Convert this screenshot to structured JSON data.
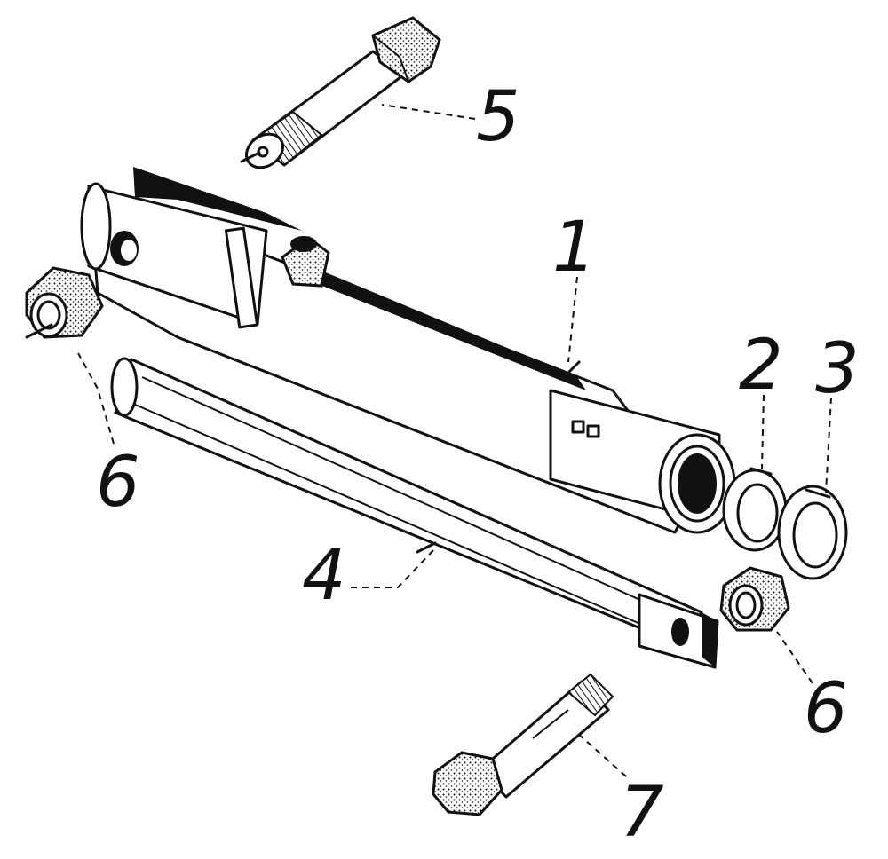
{
  "callouts": {
    "p1": "1",
    "p2": "2",
    "p3": "3",
    "p4": "4",
    "p5": "5",
    "p6a": "6",
    "p6b": "6",
    "p7": "7"
  },
  "colors": {
    "ink": "#111111",
    "paper": "#ffffff"
  }
}
